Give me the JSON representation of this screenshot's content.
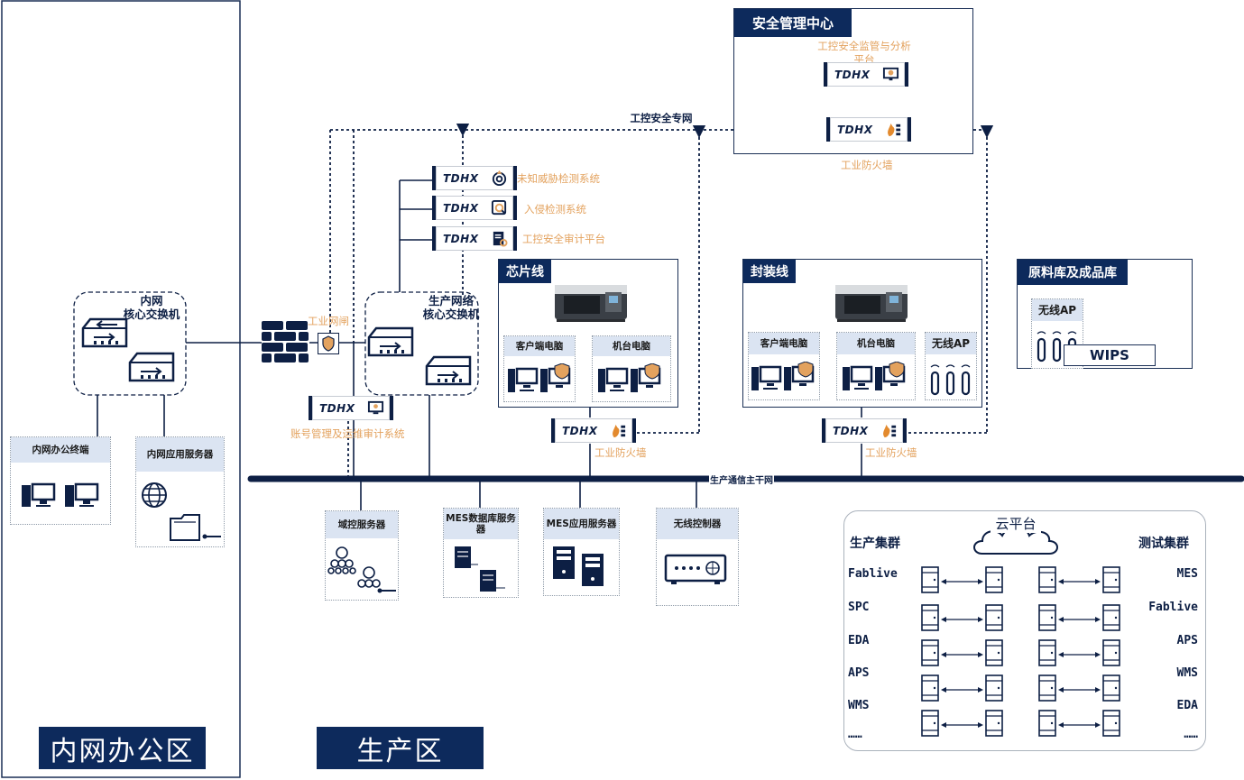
{
  "zones": {
    "office": "内网办公区",
    "production": "生产区"
  },
  "security_center": {
    "title": "安全管理中心",
    "platform_label": "工控安全监管与分析平台",
    "firewall_label": "工业防火墙"
  },
  "dedicated_net_label": "工控安全专网",
  "brand": "TDHX",
  "security_devices": {
    "unknown_threat": "未知威胁检测系统",
    "ids": "入侵检测系统",
    "audit": "工控安全审计平台",
    "account_mgmt": "账号管理及运维审计系统",
    "gateway": "工业网闸"
  },
  "office_switch": {
    "line1": "内网",
    "line2": "核心交换机"
  },
  "prod_switch": {
    "line1": "生产网络",
    "line2": "核心交换机"
  },
  "office_boxes": {
    "terminal": "内网办公终端",
    "app_server": "内网应用服务器"
  },
  "chip_line": {
    "title": "芯片线",
    "client_pc": "客户端电脑",
    "machine_pc": "机台电脑",
    "firewall_label": "工业防火墙"
  },
  "package_line": {
    "title": "封装线",
    "client_pc": "客户端电脑",
    "machine_pc": "机台电脑",
    "wireless_ap": "无线AP",
    "firewall_label": "工业防火墙"
  },
  "warehouse": {
    "title": "原料库及成品库",
    "wireless_ap": "无线AP",
    "wips": "WIPS"
  },
  "backbone_label": "生产通信主干网",
  "servers": {
    "domain": "域控服务器",
    "mes_db": "MES数据库服务器",
    "mes_app": "MES应用服务器",
    "wireless_ctrl": "无线控制器"
  },
  "cloud": {
    "title": "云平台",
    "prod_cluster": "生产集群",
    "test_cluster": "测试集群",
    "left_items": [
      "Fablive",
      "SPC",
      "EDA",
      "APS",
      "WMS",
      "……"
    ],
    "right_items": [
      "MES",
      "Fablive",
      "APS",
      "WMS",
      "EDA",
      "……"
    ]
  },
  "colors": {
    "navy": "#0d2a5c",
    "orange_label": "#e3a25e",
    "header_fill": "#dbe4f2"
  }
}
